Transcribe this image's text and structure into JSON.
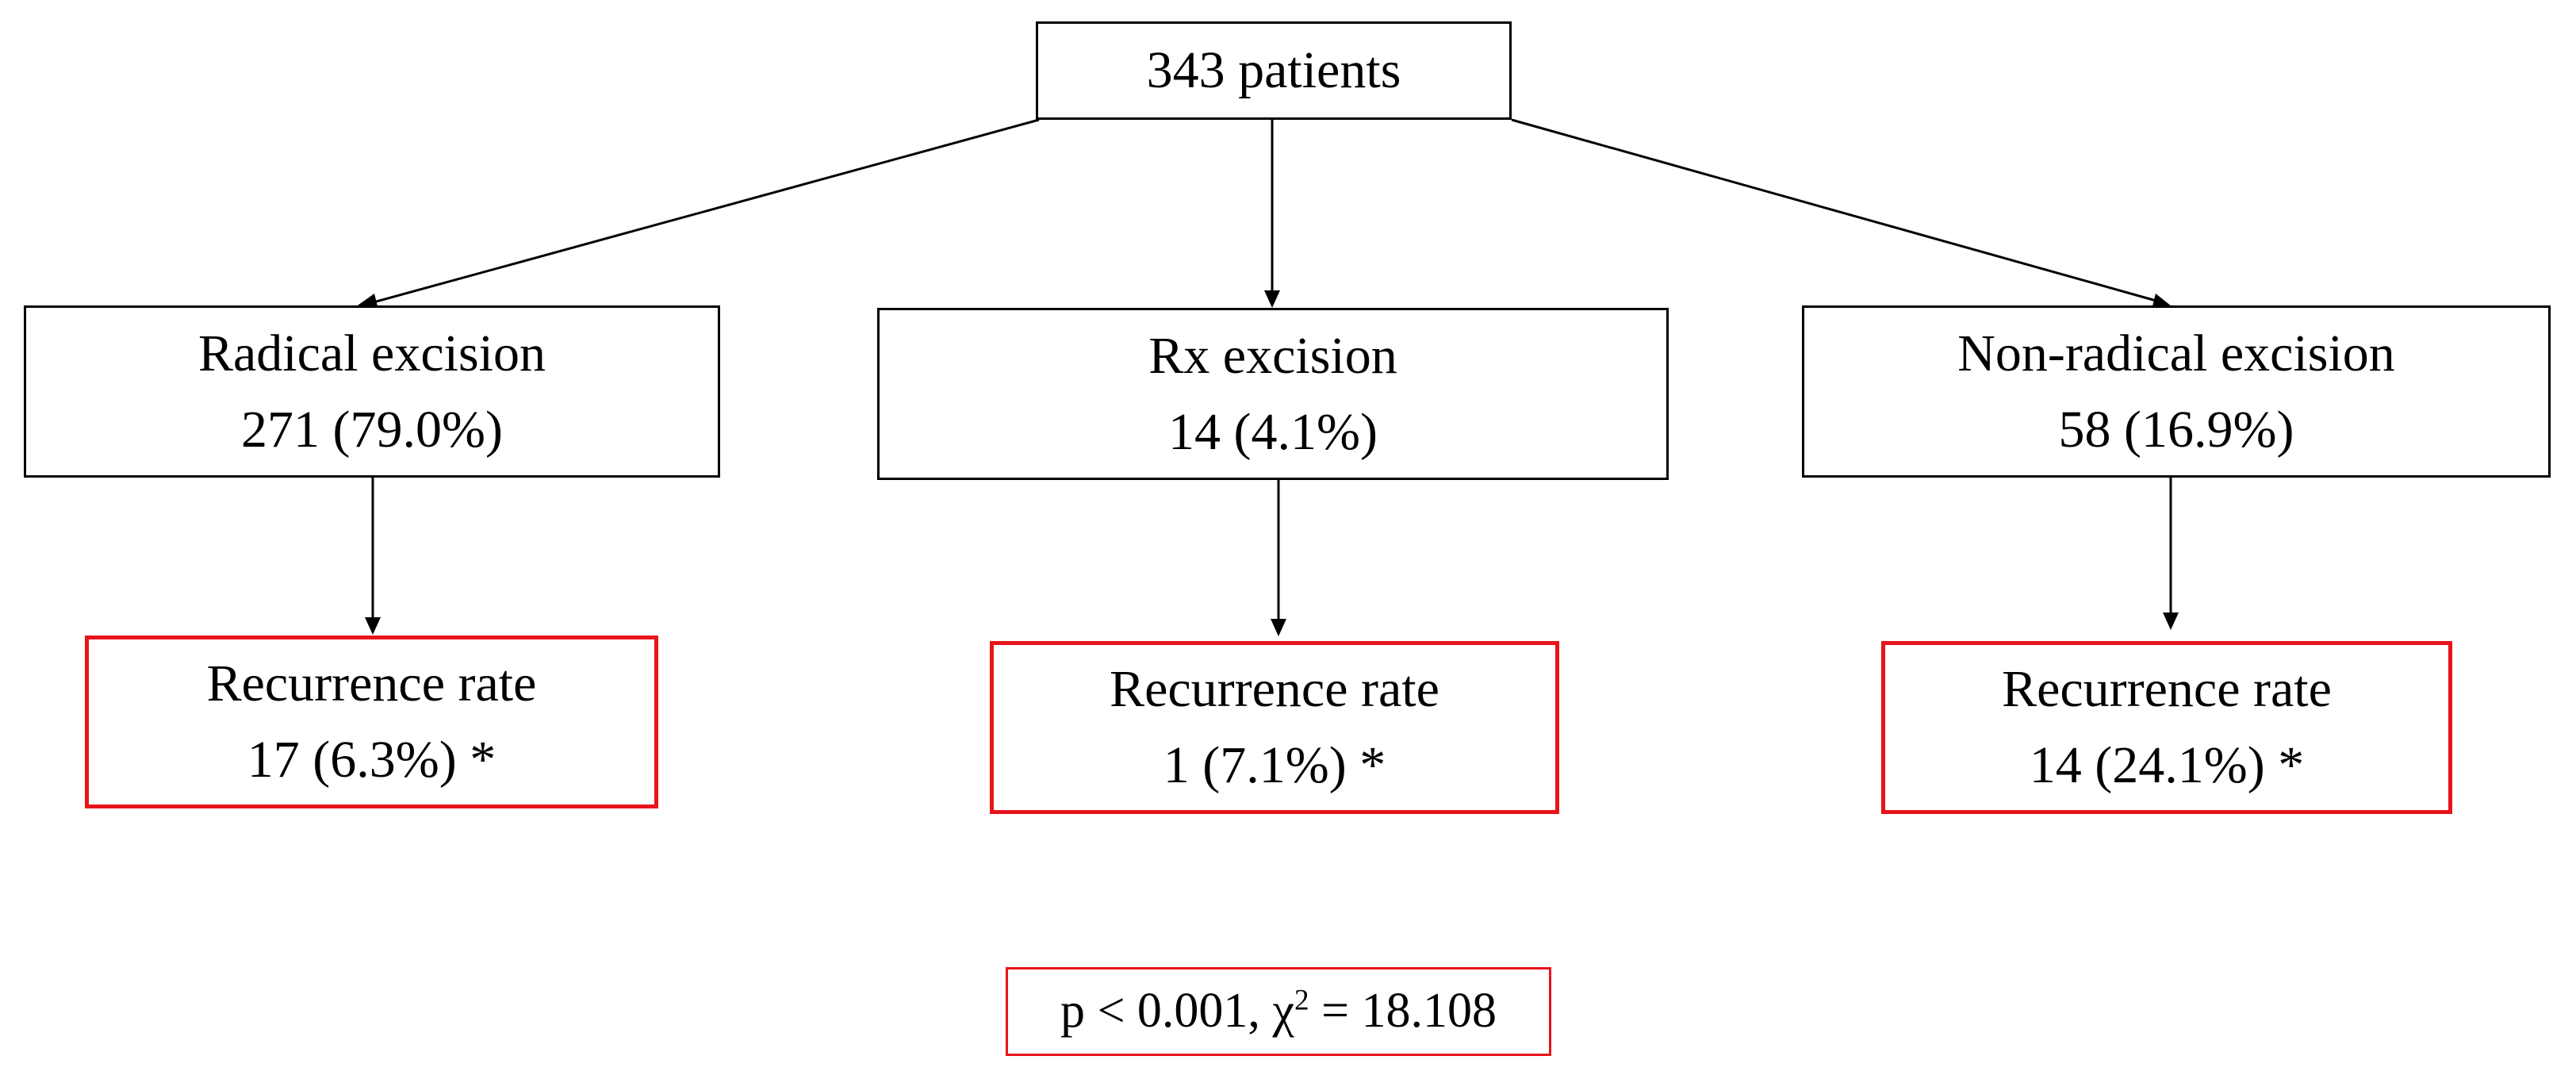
{
  "root": {
    "label": "343 patients"
  },
  "groups": [
    {
      "name": "Radical excision",
      "count": "271 (79.0%)",
      "recurrence_label": "Recurrence rate",
      "recurrence_value": "17 (6.3%) *"
    },
    {
      "name": "Rx excision",
      "count": "14 (4.1%)",
      "recurrence_label": "Recurrence rate",
      "recurrence_value": "1 (7.1%) *"
    },
    {
      "name": "Non-radical excision",
      "count": "58 (16.9%)",
      "recurrence_label": "Recurrence rate",
      "recurrence_value": "14 (24.1%) *"
    }
  ],
  "statistics": {
    "p_text": "p < 0.001, ",
    "chi_symbol": "χ",
    "chi_superscript": "2",
    "chi_value": " = 18.108"
  },
  "colors": {
    "box_border": "#000000",
    "highlight_border": "#e8141b",
    "arrow": "#000000"
  }
}
